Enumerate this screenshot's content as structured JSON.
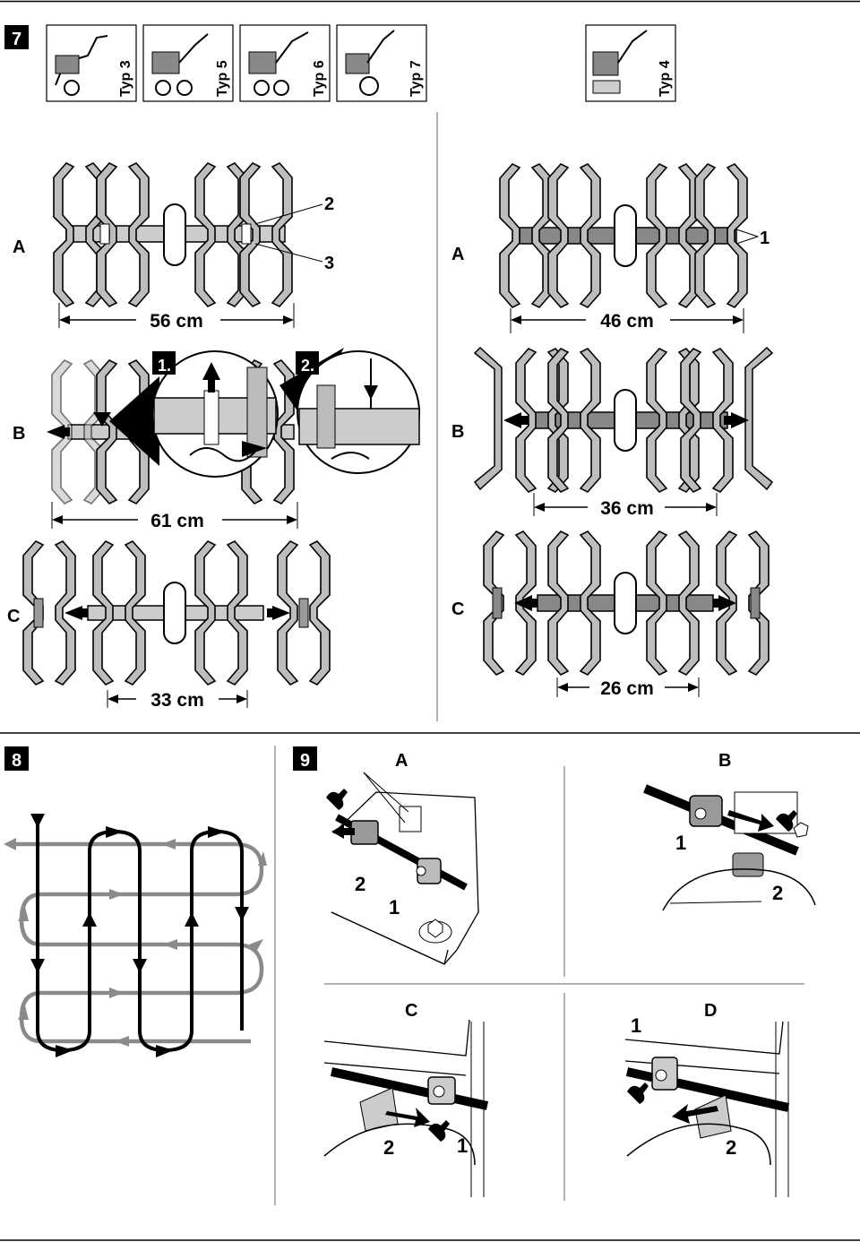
{
  "figure7": {
    "number": "7",
    "models_left": [
      "Typ 3",
      "Typ 5",
      "Typ 6",
      "Typ 7"
    ],
    "model_right": "Typ 4",
    "left": {
      "rows": [
        {
          "letter": "A",
          "width": "56 cm",
          "callouts": [
            "2",
            "3"
          ]
        },
        {
          "letter": "B",
          "width": "61 cm",
          "steps": [
            "1.",
            "2."
          ]
        },
        {
          "letter": "C",
          "width": "33 cm"
        }
      ]
    },
    "right": {
      "rows": [
        {
          "letter": "A",
          "width": "46 cm",
          "callouts": [
            "1"
          ]
        },
        {
          "letter": "B",
          "width": "36 cm"
        },
        {
          "letter": "C",
          "width": "26 cm"
        }
      ]
    }
  },
  "figure8": {
    "number": "8"
  },
  "figure9": {
    "number": "9",
    "panels": [
      {
        "letter": "A",
        "callouts": [
          "2",
          "1"
        ]
      },
      {
        "letter": "B",
        "callouts": [
          "1",
          "2"
        ]
      },
      {
        "letter": "C",
        "callouts": [
          "2",
          "1"
        ]
      },
      {
        "letter": "D",
        "callouts": [
          "1",
          "2"
        ]
      }
    ]
  }
}
